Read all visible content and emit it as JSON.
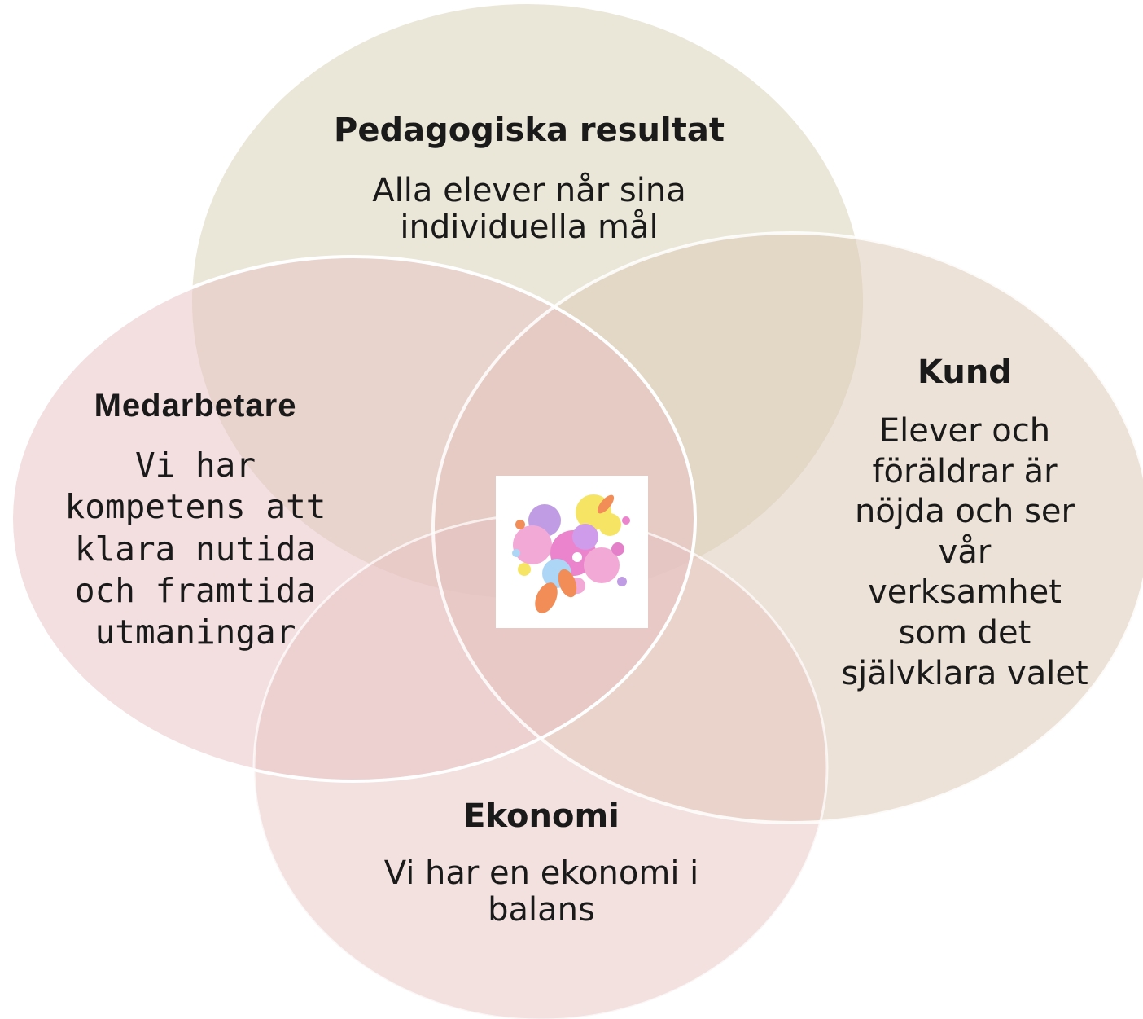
{
  "circles": {
    "pedagogiska": {
      "title": "Pedagogiska resultat",
      "body": "Alla elever når sina\nindividuella mål",
      "color": "#d9d4b8"
    },
    "kund": {
      "title": "Kund",
      "body": "Elever och\nföräldrar är\nnöjda och ser\nvår\nverksamhet\nsom det\nsjälvklara valet",
      "color": "#e3d6c6"
    },
    "ekonomi": {
      "title": "Ekonomi",
      "body": "Vi har en ekonomi i\nbalans",
      "color": "#e9cfcc"
    },
    "medarbetare": {
      "title": "Medarbetare",
      "body": "Vi har\nkompetens att\nklara nutida\noch framtida\nutmaningar",
      "color": "#ecc9cb"
    }
  },
  "center_logo": {
    "icon": "flower-splash-logo",
    "colors": [
      "#f29bd0",
      "#f5e14a",
      "#f07a3a",
      "#b48be0",
      "#9fd0f5"
    ]
  }
}
